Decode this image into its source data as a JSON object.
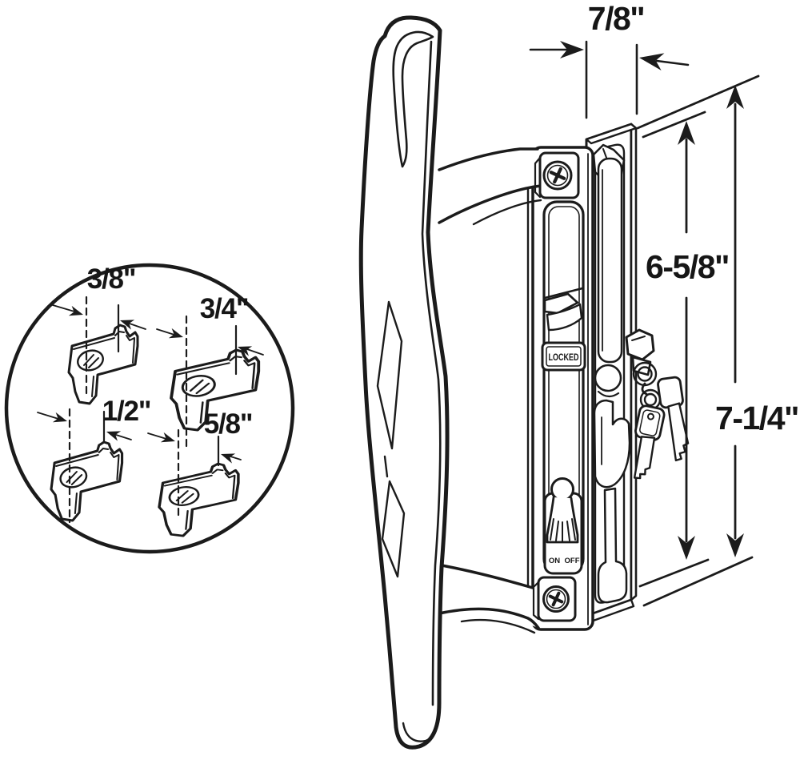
{
  "diagram": {
    "colors": {
      "line": "#1b1b1b",
      "background": "#ffffff"
    },
    "main_view": {
      "lock_status_label": "LOCKED",
      "toggle_on_label": "ON",
      "toggle_off_label": "OFF",
      "dimensions": {
        "depth": {
          "label": "7/8\""
        },
        "inner_height": {
          "label": "6-5/8\""
        },
        "overall_height": {
          "label": "7-1/4\""
        }
      }
    },
    "inset_view": {
      "hook_offsets": [
        {
          "label": "3/8\""
        },
        {
          "label": "3/4\""
        },
        {
          "label": "1/2\""
        },
        {
          "label": "5/8\""
        }
      ]
    }
  }
}
